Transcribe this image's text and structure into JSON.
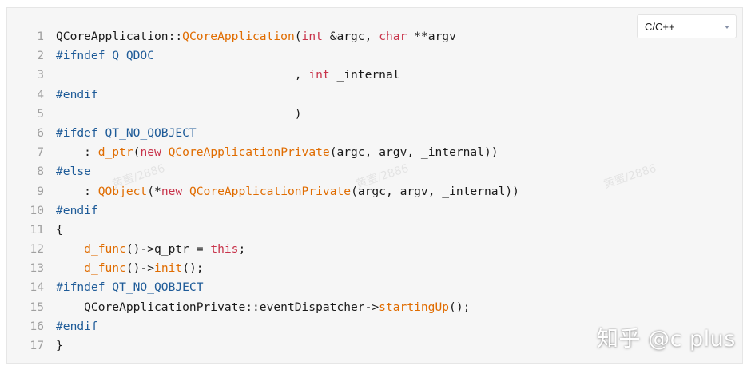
{
  "language_select": {
    "value": "C/C++"
  },
  "code": {
    "lines": [
      {
        "no": "1",
        "tokens": [
          {
            "t": "QCoreApplication::"
          },
          {
            "t": "QCoreApplication",
            "c": "fn"
          },
          {
            "t": "("
          },
          {
            "t": "int",
            "c": "kw"
          },
          {
            "t": " &argc, "
          },
          {
            "t": "char",
            "c": "kw"
          },
          {
            "t": " **argv"
          }
        ]
      },
      {
        "no": "2",
        "tokens": [
          {
            "t": "#ifndef Q_QDOC",
            "c": "pp"
          }
        ]
      },
      {
        "no": "3",
        "tokens": [
          {
            "t": "                                  , "
          },
          {
            "t": "int",
            "c": "kw"
          },
          {
            "t": " _internal"
          }
        ]
      },
      {
        "no": "4",
        "tokens": [
          {
            "t": "#endif",
            "c": "pp"
          }
        ]
      },
      {
        "no": "5",
        "tokens": [
          {
            "t": "                                  )"
          }
        ]
      },
      {
        "no": "6",
        "tokens": [
          {
            "t": "#ifdef QT_NO_QOBJECT",
            "c": "pp"
          }
        ]
      },
      {
        "no": "7",
        "tokens": [
          {
            "t": "    : "
          },
          {
            "t": "d_ptr",
            "c": "fn"
          },
          {
            "t": "("
          },
          {
            "t": "new",
            "c": "kw"
          },
          {
            "t": " "
          },
          {
            "t": "QCoreApplicationPrivate",
            "c": "fn"
          },
          {
            "t": "(argc, argv, _internal))"
          }
        ],
        "cursor": true
      },
      {
        "no": "8",
        "tokens": [
          {
            "t": "#else",
            "c": "pp"
          }
        ]
      },
      {
        "no": "9",
        "tokens": [
          {
            "t": "    : "
          },
          {
            "t": "QObject",
            "c": "fn"
          },
          {
            "t": "(*"
          },
          {
            "t": "new",
            "c": "kw"
          },
          {
            "t": " "
          },
          {
            "t": "QCoreApplicationPrivate",
            "c": "fn"
          },
          {
            "t": "(argc, argv, _internal))"
          }
        ]
      },
      {
        "no": "10",
        "tokens": [
          {
            "t": "#endif",
            "c": "pp"
          }
        ]
      },
      {
        "no": "11",
        "tokens": [
          {
            "t": "{"
          }
        ]
      },
      {
        "no": "12",
        "tokens": [
          {
            "t": "    "
          },
          {
            "t": "d_func",
            "c": "fn"
          },
          {
            "t": "()->q_ptr = "
          },
          {
            "t": "this",
            "c": "kw"
          },
          {
            "t": ";"
          }
        ]
      },
      {
        "no": "13",
        "tokens": [
          {
            "t": "    "
          },
          {
            "t": "d_func",
            "c": "fn"
          },
          {
            "t": "()->"
          },
          {
            "t": "init",
            "c": "fn"
          },
          {
            "t": "();"
          }
        ]
      },
      {
        "no": "14",
        "tokens": [
          {
            "t": "#ifndef QT_NO_QOBJECT",
            "c": "pp"
          }
        ]
      },
      {
        "no": "15",
        "tokens": [
          {
            "t": "    QCoreApplicationPrivate::eventDispatcher->"
          },
          {
            "t": "startingUp",
            "c": "fn"
          },
          {
            "t": "();"
          }
        ]
      },
      {
        "no": "16",
        "tokens": [
          {
            "t": "#endif",
            "c": "pp"
          }
        ]
      },
      {
        "no": "17",
        "tokens": [
          {
            "t": "}"
          }
        ]
      }
    ]
  },
  "watermarks": [
    "黄蜜/2886",
    "黄蜜/2886",
    "黄蜜/2886"
  ],
  "brand": {
    "text": "知乎 @c plus"
  },
  "colors": {
    "preprocessor": "#1e5b98",
    "keyword": "#c8334a",
    "function": "#e06c00",
    "line_number": "#a0a0a0",
    "background": "#f6f6f6"
  }
}
